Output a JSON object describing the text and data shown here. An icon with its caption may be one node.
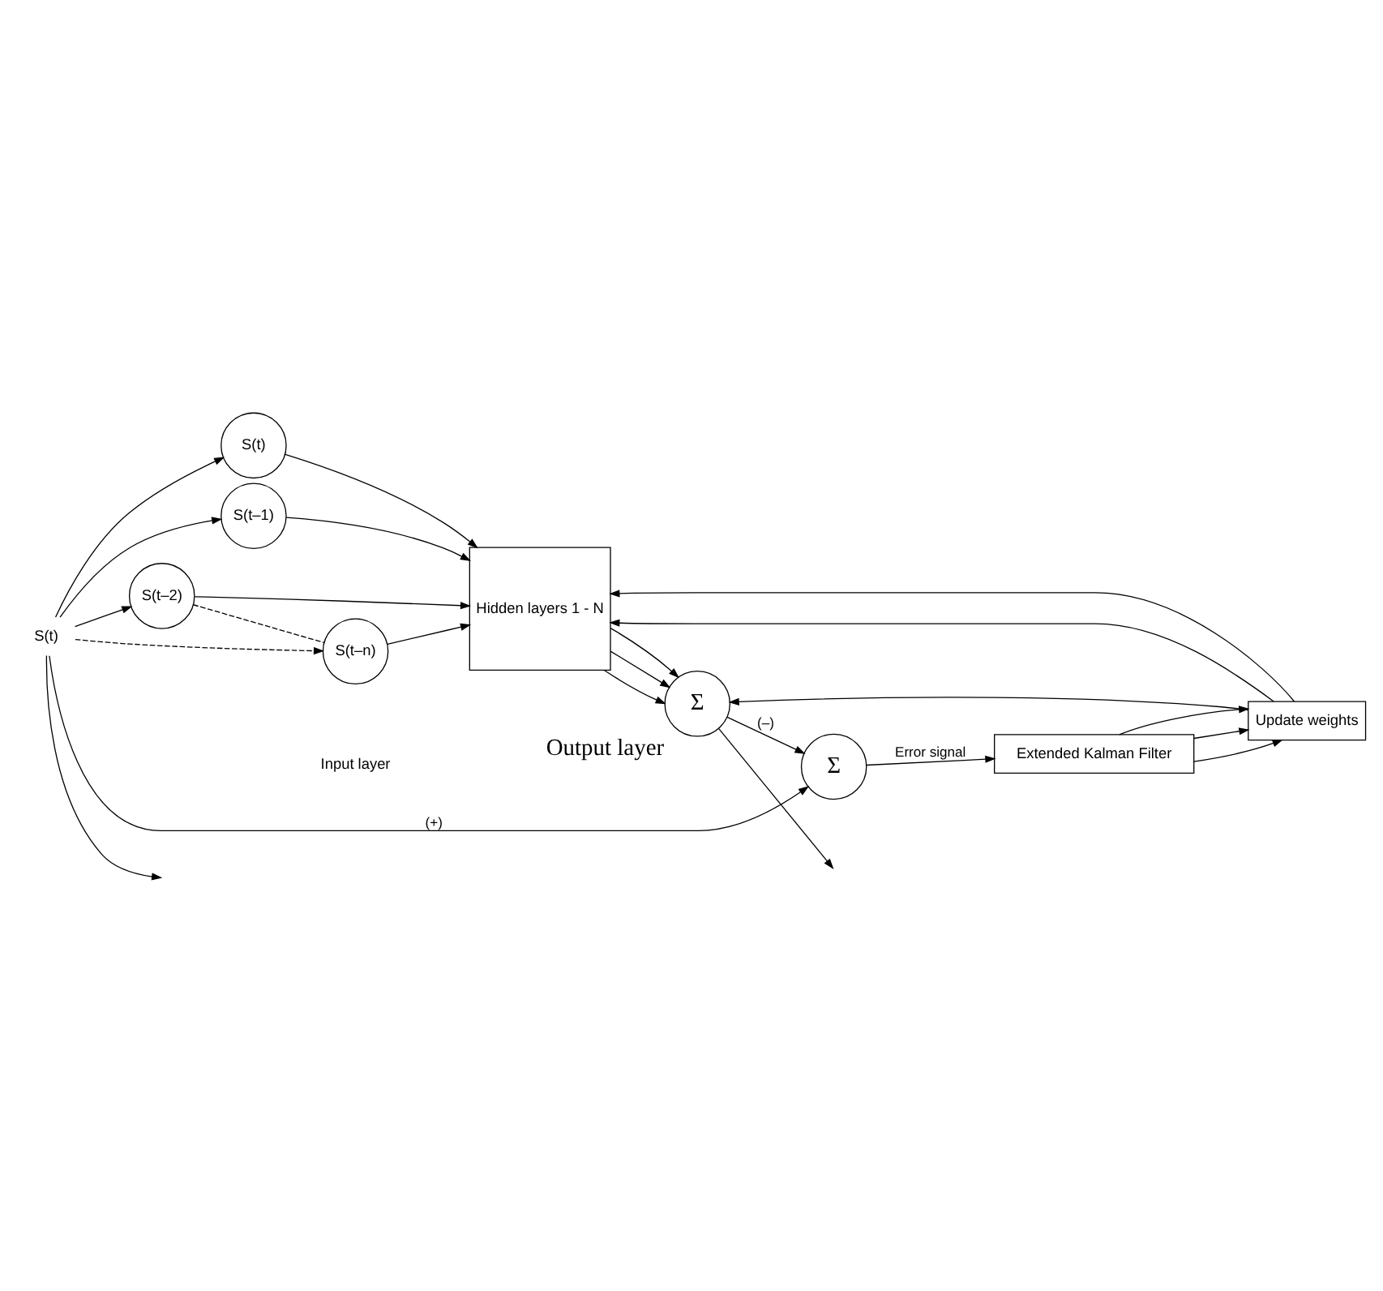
{
  "diagram": {
    "nodes": [
      {
        "text": [
          "S(t)"
        ]
      },
      {
        "text": [
          "S(t)"
        ]
      },
      {
        "text": [
          "S(t–1)"
        ]
      },
      {
        "text": [
          "S(t–2)"
        ]
      },
      {
        "text": [
          "S(t–n)"
        ]
      },
      {
        "text": [
          "Hidden layers 1 - N"
        ]
      },
      {
        "text": [
          "Σ"
        ],
        "beside": [
          "Output layer"
        ]
      },
      {
        "text": [
          "Σ"
        ]
      },
      {
        "text": [
          "Update weights"
        ]
      },
      {
        "text": [
          "Extended Kalman Filter"
        ]
      }
    ],
    "edges": [
      {
        "from": 0,
        "to": null,
        "arrow": "to"
      },
      {
        "from": 0,
        "to": 1,
        "arrow": "to"
      },
      {
        "from": 0,
        "to": 2,
        "arrow": "to"
      },
      {
        "from": 0,
        "to": 3,
        "arrow": "to"
      },
      {
        "from": 0,
        "to": 4,
        "arrow": "to",
        "style": "dashed"
      },
      {
        "from": 0,
        "to": 7,
        "arrow": "to",
        "label": "(+)"
      },
      {
        "from": 1,
        "to": 5,
        "arrow": "to"
      },
      {
        "from": 2,
        "to": 5,
        "arrow": "to"
      },
      {
        "from": 3,
        "to": 5,
        "arrow": "to"
      },
      {
        "from": 4,
        "to": 5,
        "arrow": "to"
      },
      {
        "from": 3,
        "to": 4,
        "arrow": "none",
        "style": "dashed"
      },
      {
        "from": 5,
        "to": 6,
        "arrow": "to"
      },
      {
        "from": 5,
        "to": 6,
        "arrow": "to"
      },
      {
        "from": 5,
        "to": 6,
        "arrow": "to"
      },
      {
        "from": 6,
        "to": null,
        "arrow": "to"
      },
      {
        "from": 6,
        "to": 7,
        "arrow": "to",
        "label": "(–)"
      },
      {
        "from": 8,
        "to": 5,
        "arrow": "to"
      },
      {
        "from": 8,
        "to": 5,
        "arrow": "to"
      },
      {
        "from": 8,
        "to": 6,
        "arrow": "to"
      },
      {
        "from": 9,
        "to": 8,
        "arrow": "to"
      },
      {
        "from": 9,
        "to": 8,
        "arrow": "to"
      },
      {
        "from": 9,
        "to": 8,
        "arrow": "to"
      },
      {
        "from": 7,
        "to": 9,
        "arrow": "to",
        "label": "Error signal"
      }
    ],
    "labels": [
      "Input layer"
    ]
  }
}
